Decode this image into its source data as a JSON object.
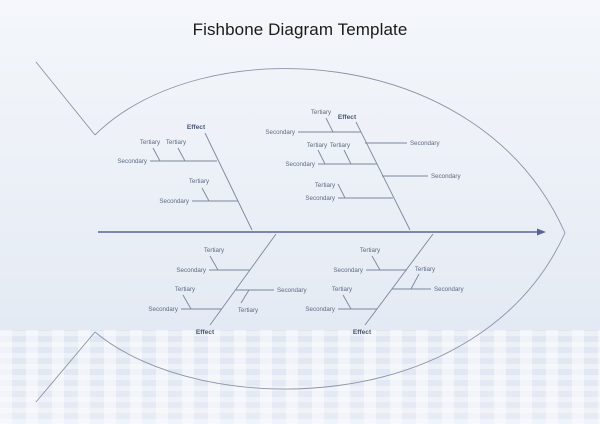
{
  "title": "Fishbone Diagram Template",
  "colors": {
    "spine": "#5a6396",
    "lines": "#7b879c",
    "text": "#5e6b80"
  },
  "bones": [
    {
      "effect": "Effect",
      "items": [
        {
          "secondary": "Secondary",
          "tertiary": [
            "Tertiary",
            "Tertiary"
          ]
        },
        {
          "secondary": "Secondary",
          "tertiary": [
            "Tertiary"
          ]
        }
      ]
    },
    {
      "effect": "Effect",
      "items": [
        {
          "secondary": "Secondary",
          "tertiary": [
            "Tertiary"
          ]
        },
        {
          "secondary": "Secondary",
          "tertiary": [
            "Tertiary",
            "Tertiary"
          ]
        },
        {
          "secondary": "Secondary",
          "tertiary": [
            "Tertiary"
          ]
        },
        {
          "secondary": "Secondary",
          "tertiary": []
        },
        {
          "secondary": "Secondary",
          "tertiary": []
        }
      ]
    },
    {
      "effect": "Effect",
      "items": [
        {
          "secondary": "Secondary",
          "tertiary": [
            "Tertiary"
          ]
        },
        {
          "secondary": "Secondary",
          "tertiary": [
            "Tertiary"
          ]
        },
        {
          "secondary": "Secondary",
          "tertiary": [
            "Tertiary"
          ]
        }
      ]
    },
    {
      "effect": "Effect",
      "items": [
        {
          "secondary": "Secondary",
          "tertiary": [
            "Tertiary"
          ]
        },
        {
          "secondary": "Secondary",
          "tertiary": [
            "Tertiary"
          ]
        },
        {
          "secondary": "Secondary",
          "tertiary": [
            "Tertiary"
          ]
        }
      ]
    }
  ]
}
